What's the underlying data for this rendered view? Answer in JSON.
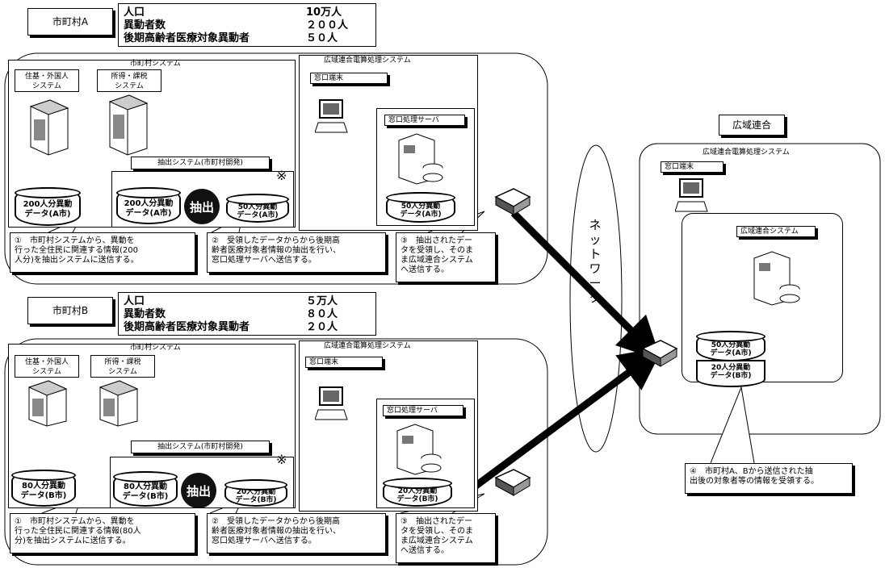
{
  "municipality_a": {
    "name": "市町村A",
    "stats": [
      {
        "label": "人口",
        "value": "10万人"
      },
      {
        "label": "異動者数",
        "value": "２００人"
      },
      {
        "label": "後期高齢者医療対象異動者",
        "value": "５０人"
      }
    ],
    "system_title": "市町村システム",
    "sys_juki": "住基・外国人\nシステム",
    "sys_shotoku": "所得・課税\nシステム",
    "extract_system": "抽出システム(市町村開発)",
    "db_all": "200人分異動\nデータ(A市)",
    "db_extract_in": "200人分異動\nデータ(A市)",
    "db_extract_out": "50人分異動\nデータ(A市)",
    "db_server": "50人分異動\nデータ(A市)",
    "extract_label": "抽出",
    "kome": "※",
    "regional_title": "広域連合電算処理システム",
    "terminal": "窓口端末",
    "window_server": "窓口処理サーバ",
    "note1": "①　市町村システムから、異動を\n行った全住民に関連する情報(200\n人分)を抽出システムに送信する。",
    "note2": "②　受領したデータからから後期高\n齢者医療対象者情報の抽出を行い、\n窓口処理サーバへ送信する。",
    "note3": "③　抽出されたデー\nタを受領し、そのま\nま広域連合システム\nへ送信する。"
  },
  "municipality_b": {
    "name": "市町村B",
    "stats": [
      {
        "label": "人口",
        "value": "５万人"
      },
      {
        "label": "異動者数",
        "value": "８０人"
      },
      {
        "label": "後期高齢者医療対象異動者",
        "value": "２０人"
      }
    ],
    "system_title": "市町村システム",
    "sys_juki": "住基・外国人\nシステム",
    "sys_shotoku": "所得・課税\nシステム",
    "extract_system": "抽出システム(市町村開発)",
    "db_all": "80人分異動\nデータ(B市)",
    "db_extract_in": "80人分異動\nデータ(B市)",
    "db_extract_out": "20人分異動\nデータ(B市)",
    "db_server": "20人分異動\nデータ(B市)",
    "extract_label": "抽出",
    "kome": "※",
    "regional_title": "広域連合電算処理システム",
    "terminal": "窓口端末",
    "window_server": "窓口処理サーバ",
    "note1": "①　市町村システムから、異動を\n行った全住民に関連する情報(80人\n分)を抽出システムに送信する。",
    "note2": "②　受領したデータからから後期高\n齢者医療対象者情報の抽出を行い、\n窓口処理サーバへ送信する。",
    "note3": "③　抽出されたデー\nタを受領し、そのま\nま広域連合システム\nへ送信する。"
  },
  "network_label": "ネットワーク",
  "union": {
    "name": "広域連合",
    "system_title": "広域連合電算処理システム",
    "terminal": "窓口端末",
    "union_system": "広域連合システム",
    "db_a": "50人分異動\nデータ(A市)",
    "db_b": "20人分異動\nデータ(B市)",
    "note": "④　市町村A、Bから送信された抽\n出後の対象者等の情報を受領する。"
  }
}
